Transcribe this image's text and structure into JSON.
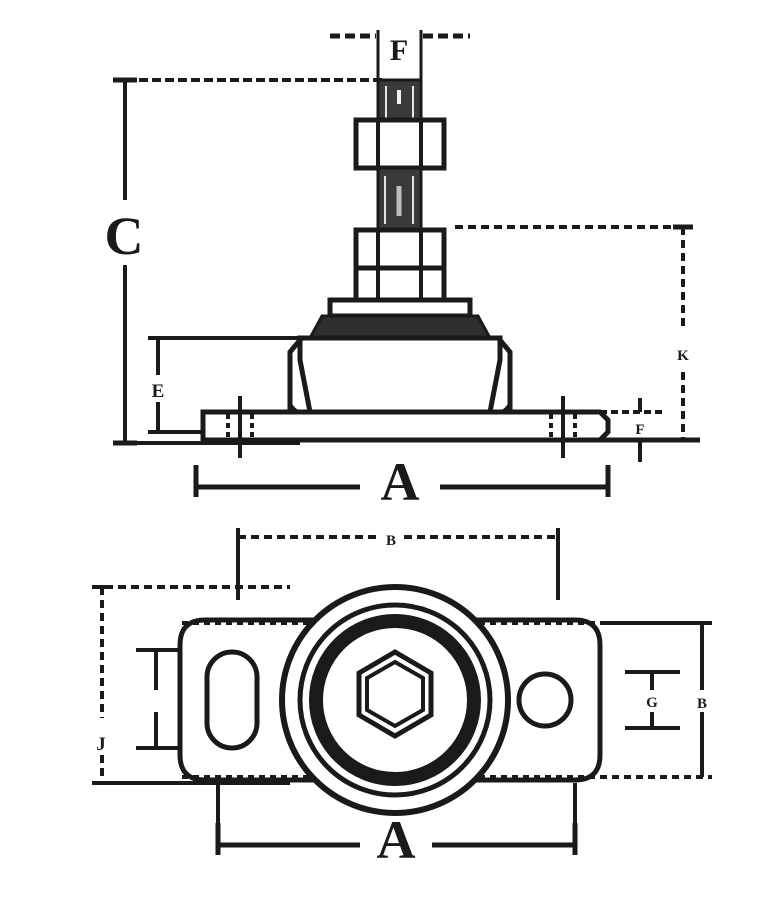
{
  "drawing": {
    "type": "engineering-dimension-drawing",
    "subject": "Leveling machine mount / vibration isolator",
    "views": [
      {
        "id": "elevation",
        "name": "side-elevation-view"
      },
      {
        "id": "plan",
        "name": "top-plan-view"
      }
    ],
    "line_color": "#1a1a1a",
    "fill_color": "#ffffff",
    "shade_color": "#3a3a3a"
  },
  "elevation": {
    "labels": {
      "stud_thread": "F",
      "overall_height": "C",
      "hub_height": "E",
      "hub_diameter": "K",
      "plate_thickness": "F",
      "plate_width": "A"
    }
  },
  "plan": {
    "labels": {
      "bolt_spacing": "B",
      "plate_depth": "J",
      "hole_diameter": "G",
      "hub_outer": "B",
      "plate_width": "A"
    }
  },
  "dimension_legend": [
    {
      "symbol": "A",
      "meaning": "base-plate-width"
    },
    {
      "symbol": "B",
      "meaning": "bolt-hole-spacing"
    },
    {
      "symbol": "C",
      "meaning": "overall-height"
    },
    {
      "symbol": "E",
      "meaning": "body-height"
    },
    {
      "symbol": "F",
      "meaning": "thread-size-and-plate-thickness"
    },
    {
      "symbol": "G",
      "meaning": "mounting-hole-diameter"
    },
    {
      "symbol": "J",
      "meaning": "base-plate-depth"
    },
    {
      "symbol": "K",
      "meaning": "hub-diameter"
    }
  ]
}
